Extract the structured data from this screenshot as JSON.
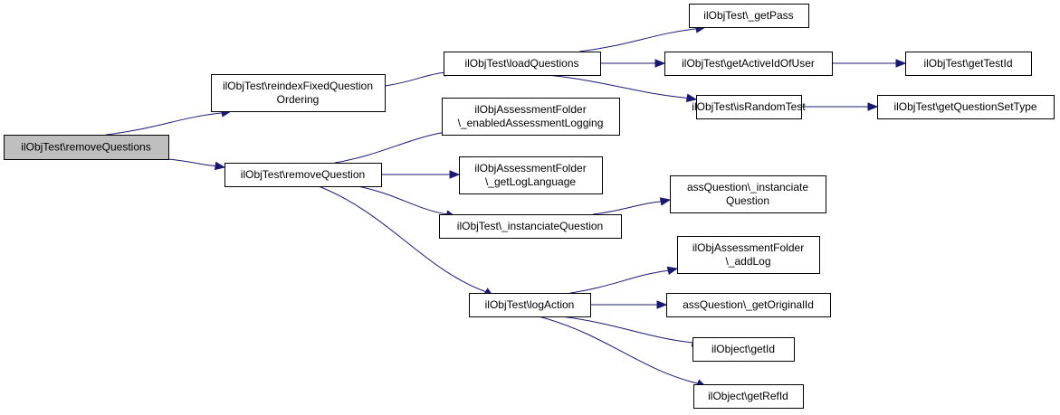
{
  "nodes": [
    {
      "id": "removeQuestions",
      "lines": [
        "ilObjTest\\removeQuestions"
      ],
      "root": true
    },
    {
      "id": "reindex",
      "lines": [
        "ilObjTest\\reindexFixedQuestion",
        "Ordering"
      ]
    },
    {
      "id": "removeQuestion",
      "lines": [
        "ilObjTest\\removeQuestion"
      ]
    },
    {
      "id": "loadQuestions",
      "lines": [
        "ilObjTest\\loadQuestions"
      ]
    },
    {
      "id": "enabledLogging",
      "lines": [
        "ilObjAssessmentFolder",
        "\\_enabledAssessmentLogging"
      ]
    },
    {
      "id": "getLogLanguage",
      "lines": [
        "ilObjAssessmentFolder",
        "\\_getLogLanguage"
      ]
    },
    {
      "id": "instanciateQuestion",
      "lines": [
        "ilObjTest\\_instanciateQuestion"
      ]
    },
    {
      "id": "logAction",
      "lines": [
        "ilObjTest\\logAction"
      ]
    },
    {
      "id": "getPass",
      "lines": [
        "ilObjTest\\_getPass"
      ]
    },
    {
      "id": "getActiveIdOfUser",
      "lines": [
        "ilObjTest\\getActiveIdOfUser"
      ]
    },
    {
      "id": "isRandomTest",
      "lines": [
        "ilObjTest\\isRandomTest"
      ]
    },
    {
      "id": "assInstanciate",
      "lines": [
        "assQuestion\\_instanciate",
        "Question"
      ]
    },
    {
      "id": "addLog",
      "lines": [
        "ilObjAssessmentFolder",
        "\\_addLog"
      ]
    },
    {
      "id": "getOriginalId",
      "lines": [
        "assQuestion\\_getOriginalId"
      ]
    },
    {
      "id": "getId",
      "lines": [
        "ilObject\\getId"
      ]
    },
    {
      "id": "getRefId",
      "lines": [
        "ilObject\\getRefId"
      ]
    },
    {
      "id": "getTestId",
      "lines": [
        "ilObjTest\\getTestId"
      ]
    },
    {
      "id": "getQuestionSetType",
      "lines": [
        "ilObjTest\\getQuestionSetType"
      ]
    }
  ],
  "edges": [
    {
      "from": "removeQuestions",
      "to": "reindex"
    },
    {
      "from": "removeQuestions",
      "to": "removeQuestion"
    },
    {
      "from": "reindex",
      "to": "loadQuestions"
    },
    {
      "from": "removeQuestion",
      "to": "enabledLogging"
    },
    {
      "from": "removeQuestion",
      "to": "getLogLanguage"
    },
    {
      "from": "removeQuestion",
      "to": "instanciateQuestion"
    },
    {
      "from": "removeQuestion",
      "to": "logAction"
    },
    {
      "from": "loadQuestions",
      "to": "getPass"
    },
    {
      "from": "loadQuestions",
      "to": "getActiveIdOfUser"
    },
    {
      "from": "loadQuestions",
      "to": "isRandomTest"
    },
    {
      "from": "getActiveIdOfUser",
      "to": "getTestId"
    },
    {
      "from": "isRandomTest",
      "to": "getQuestionSetType"
    },
    {
      "from": "instanciateQuestion",
      "to": "assInstanciate"
    },
    {
      "from": "logAction",
      "to": "addLog"
    },
    {
      "from": "logAction",
      "to": "getOriginalId"
    },
    {
      "from": "logAction",
      "to": "getId"
    },
    {
      "from": "logAction",
      "to": "getRefId"
    }
  ]
}
